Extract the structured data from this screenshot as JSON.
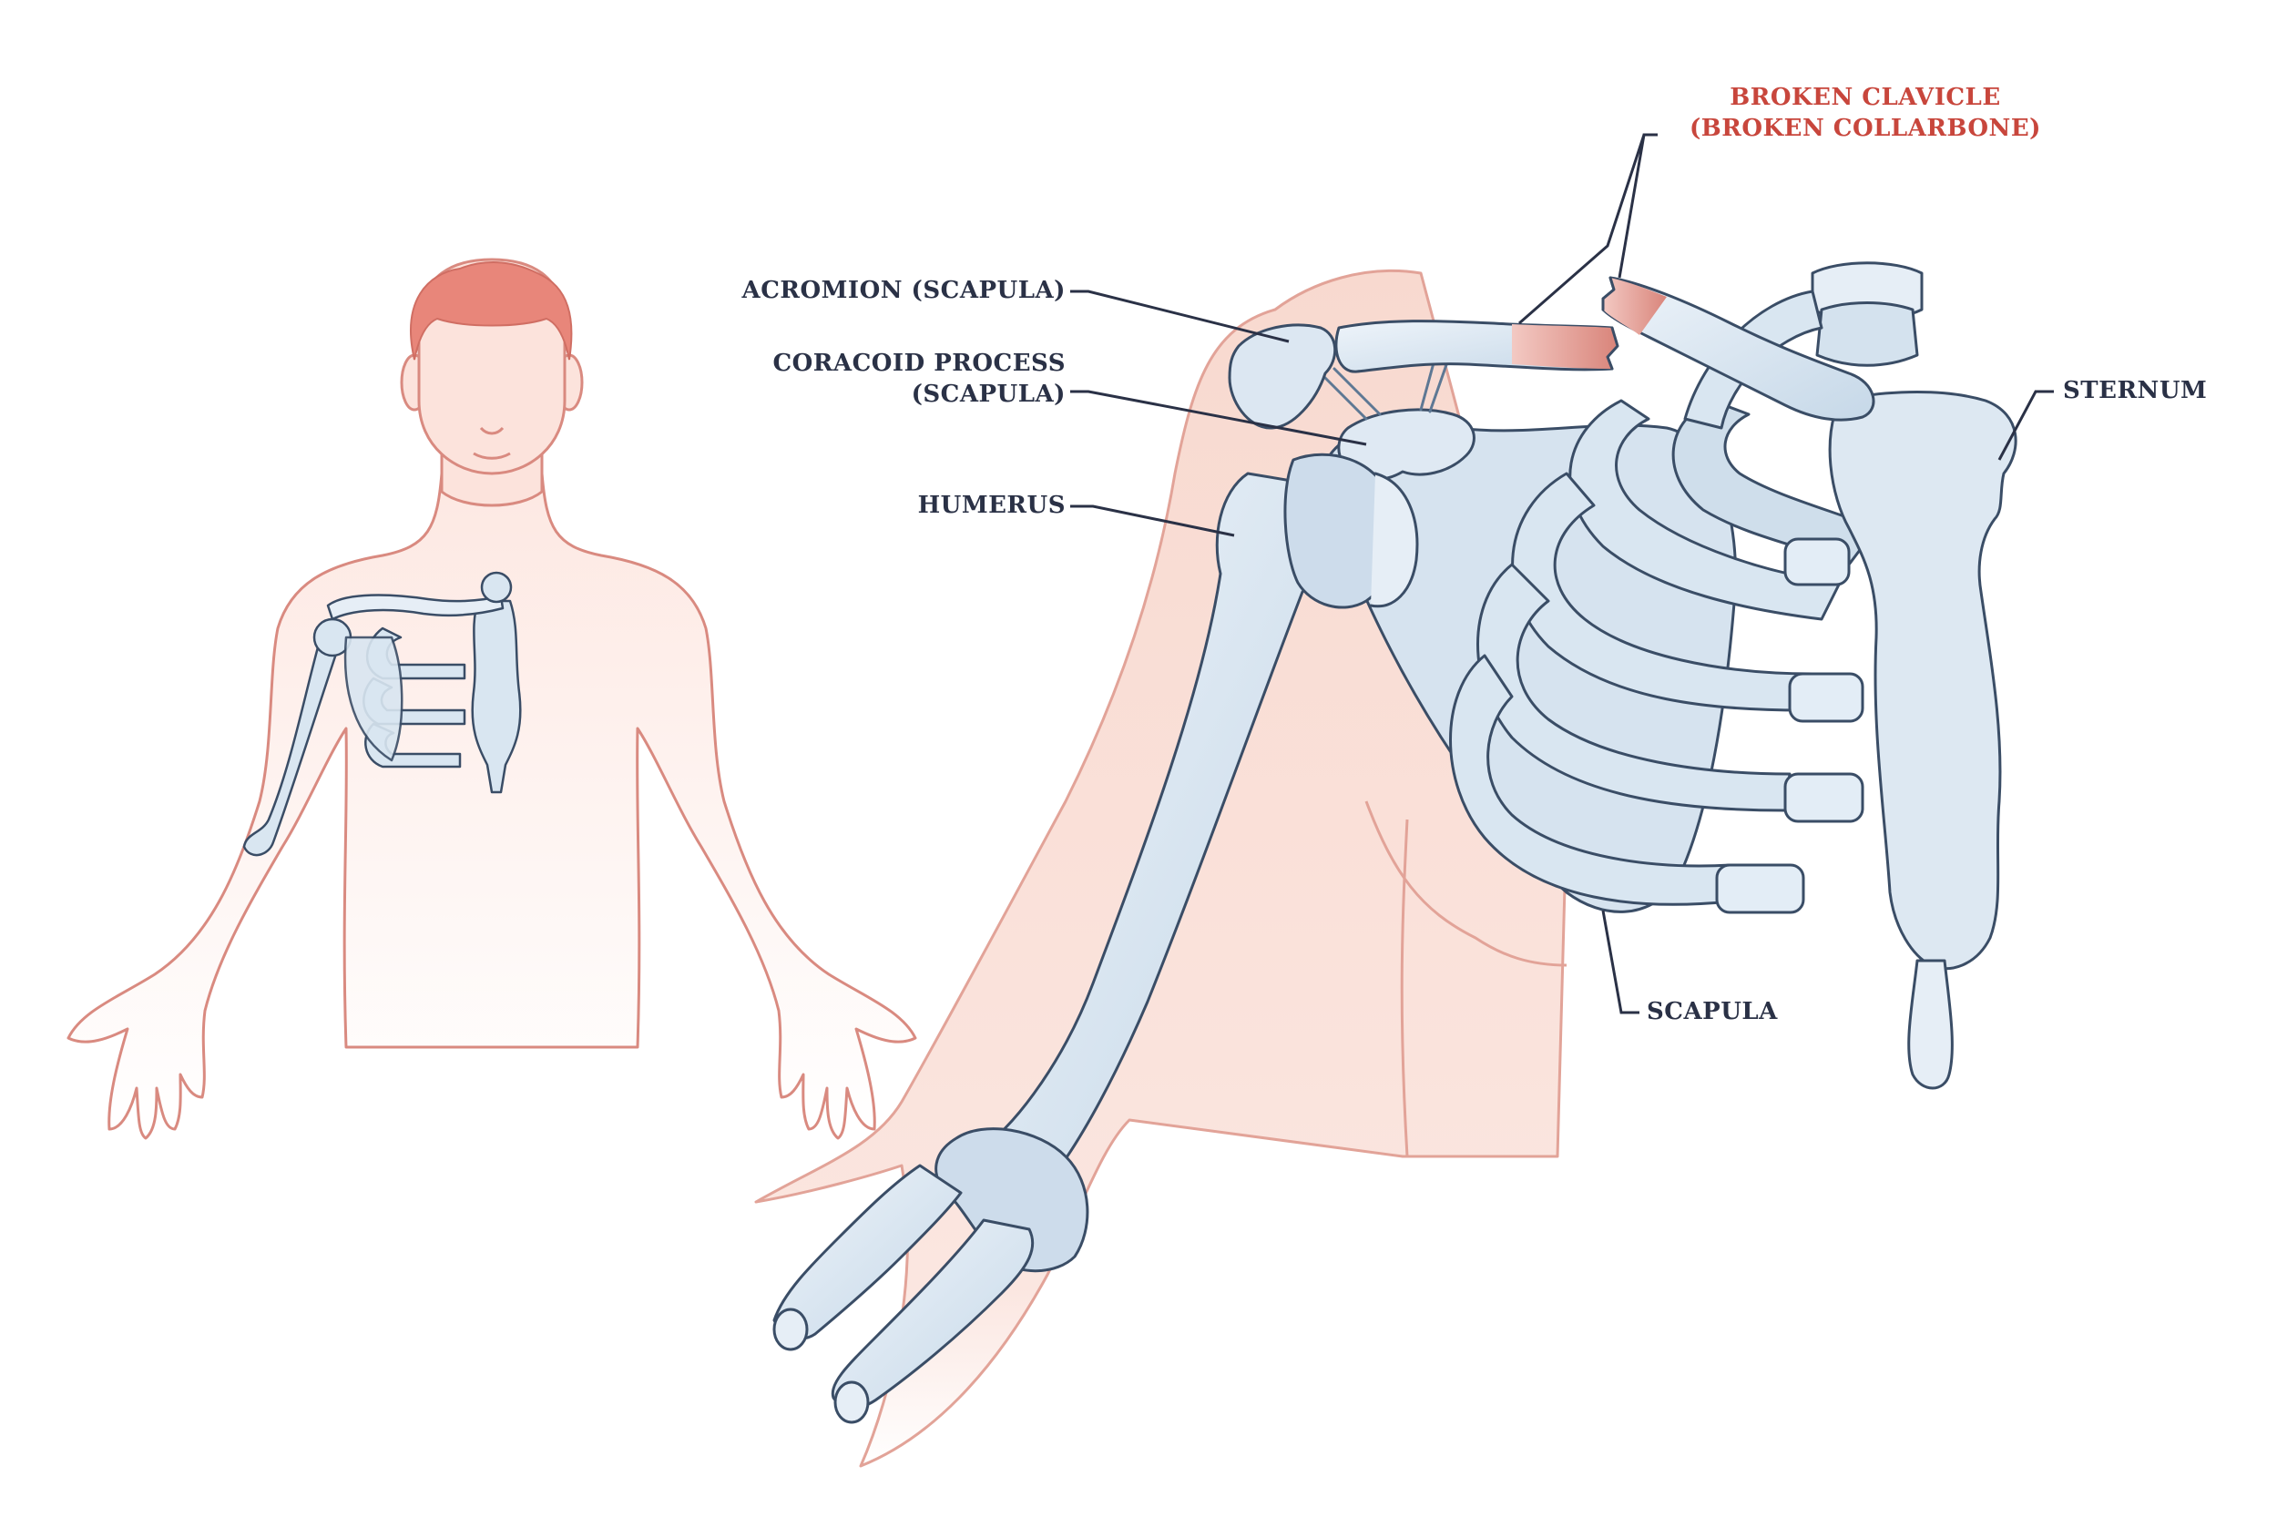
{
  "labels": {
    "broken_clavicle_line1": "BROKEN CLAVICLE",
    "broken_clavicle_line2": "(BROKEN COLLARBONE)",
    "acromion": "ACROMION (SCAPULA)",
    "coracoid_line1": "CORACOID PROCESS",
    "coracoid_line2": "(SCAPULA)",
    "humerus": "HUMERUS",
    "sternum": "STERNUM",
    "scapula": "SCAPULA"
  },
  "colors": {
    "bone_fill": "#d9e6f1",
    "bone_stroke": "#3a4d66",
    "bone_shade": "#b9cde0",
    "skin_fill": "#fbe3dc",
    "skin_stroke": "#d98a80",
    "hair": "#e8867a",
    "fracture": "#e09a91",
    "label_dark": "#2a3146",
    "label_red": "#c8463c"
  }
}
